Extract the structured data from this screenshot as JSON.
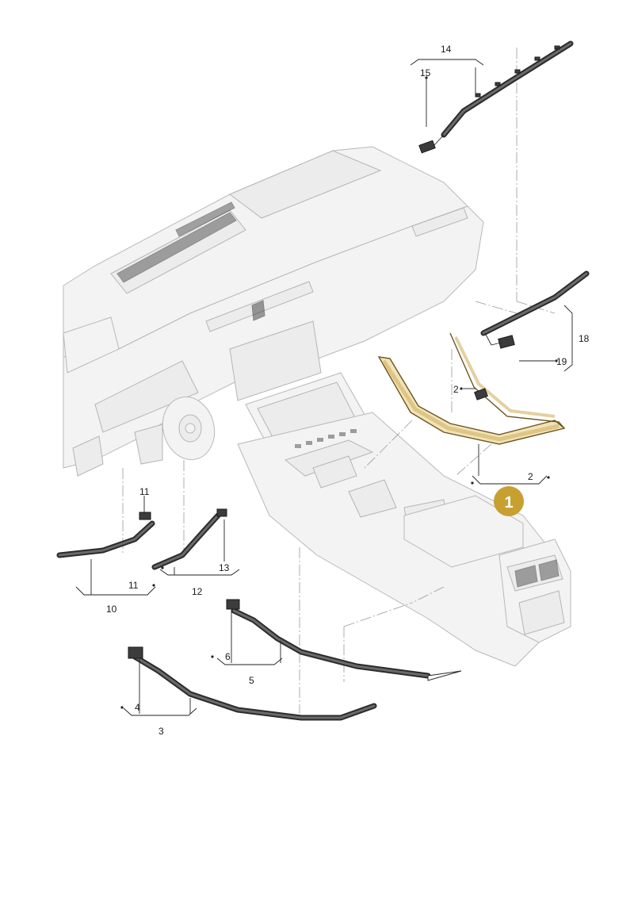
{
  "callouts": [
    {
      "id": "c14",
      "text": "14"
    },
    {
      "id": "c15",
      "text": "15"
    },
    {
      "id": "c18",
      "text": "18"
    },
    {
      "id": "c19",
      "text": "19"
    },
    {
      "id": "c2a",
      "text": "2"
    },
    {
      "id": "c2b",
      "text": "2"
    },
    {
      "id": "c11a",
      "text": "11"
    },
    {
      "id": "c11b",
      "text": "11"
    },
    {
      "id": "c10",
      "text": "10"
    },
    {
      "id": "c12",
      "text": "12"
    },
    {
      "id": "c13",
      "text": "13"
    },
    {
      "id": "c6",
      "text": "6"
    },
    {
      "id": "c5",
      "text": "5"
    },
    {
      "id": "c4",
      "text": "4"
    },
    {
      "id": "c3",
      "text": "3"
    }
  ],
  "highlight": {
    "text": "1",
    "color": "#c8a032"
  },
  "colors": {
    "highlight_part": "#d4b060",
    "ghost_fill": "#f3f3f3",
    "ghost_stroke": "#b8b8b8"
  }
}
